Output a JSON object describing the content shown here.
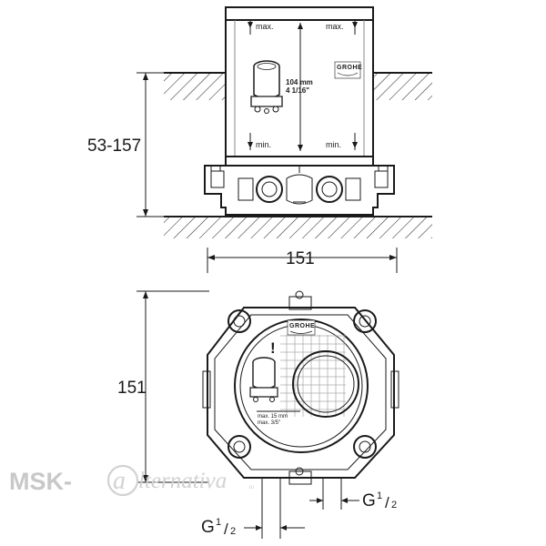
{
  "side_view": {
    "height_dim": "53-157",
    "max_label_left": "max.",
    "max_label_right": "max.",
    "min_label_left": "min.",
    "min_label_right": "min.",
    "depth_value": "104 mm",
    "depth_inch": "4 1/16\"",
    "brand": "GROHE"
  },
  "top_view": {
    "width_dim": "151",
    "height_dim": "151",
    "brand": "GROHE",
    "warning_mark": "!",
    "max_mm": "max. 15 mm",
    "max_inch": "max. 3/5\""
  },
  "connections": {
    "right_prefix": "G",
    "right_num": "1",
    "right_den": "2",
    "left_prefix": "G",
    "left_num": "1",
    "left_den": "2"
  },
  "watermark": {
    "prefix": "MSK-",
    "script": "lternativa",
    "suffix": ".ru"
  }
}
